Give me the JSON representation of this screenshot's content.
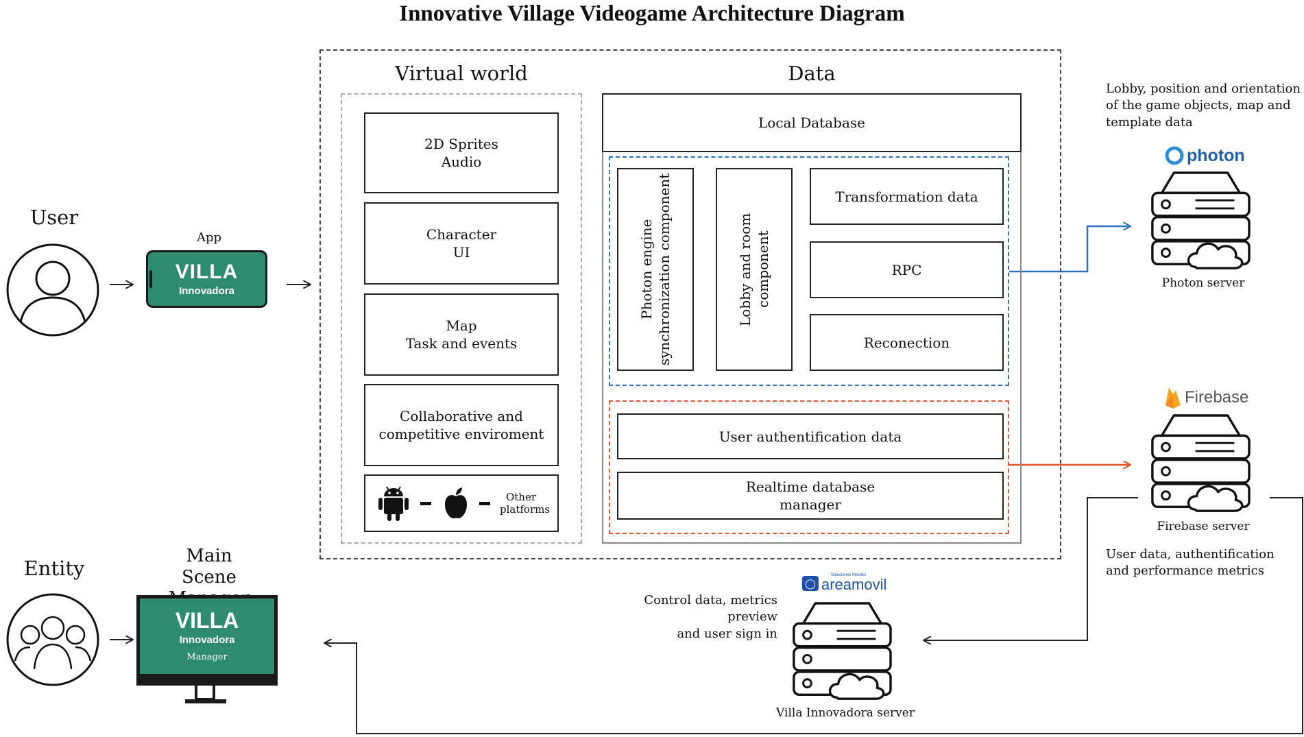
{
  "title": "Innovative Village Videogame Architecture Diagram",
  "left": {
    "user_label": "User",
    "app_label": "App",
    "entity_label": "Entity",
    "manager_title": "Main Scene Manager",
    "app_logo": {
      "line1": "VILLA",
      "line2": "Innovadora"
    },
    "manager_logo": {
      "line1": "VILLA",
      "line2": "Innovadora",
      "line3": "Manager"
    }
  },
  "virtual_world": {
    "heading": "Virtual world",
    "items": [
      {
        "line1": "2D Sprites",
        "line2": "Audio"
      },
      {
        "line1": "Character",
        "line2": "UI"
      },
      {
        "line1": "Map",
        "line2": "Task and events"
      },
      {
        "line1": "Collaborative and",
        "line2": "competitive enviroment"
      }
    ],
    "platforms_label": "Other platforms",
    "platform_icons": [
      "android-icon",
      "apple-icon"
    ]
  },
  "data_section": {
    "heading": "Data",
    "local_db": "Local Database",
    "photon_engine": "Photon engine synchronization component",
    "lobby_room": "Lobby and room component",
    "transformation": "Transformation data",
    "rpc": "RPC",
    "reconnection": "Reconection",
    "user_auth": "User authentification data",
    "realtime_db": {
      "line1": "Realtime database",
      "line2": "manager"
    }
  },
  "servers": {
    "photon": {
      "note": [
        "Lobby, position and orientation",
        "of the game objects, map and",
        "template data"
      ],
      "brand": "photon",
      "label": "Photon server"
    },
    "firebase": {
      "brand": "Firebase",
      "label": "Firebase server",
      "note": [
        "User data, authentification",
        "and performance metrics"
      ]
    },
    "villa": {
      "brand": "areamovil",
      "brand_small": "Soluciones Móviles",
      "label": "Villa Innovadora server",
      "note": [
        "Control data, metrics preview",
        "and user sign in"
      ]
    }
  },
  "colors": {
    "blue": "#2f6fbf",
    "red": "#e5532d",
    "teal": "#2e8b6f",
    "orange": "#f5a623"
  }
}
